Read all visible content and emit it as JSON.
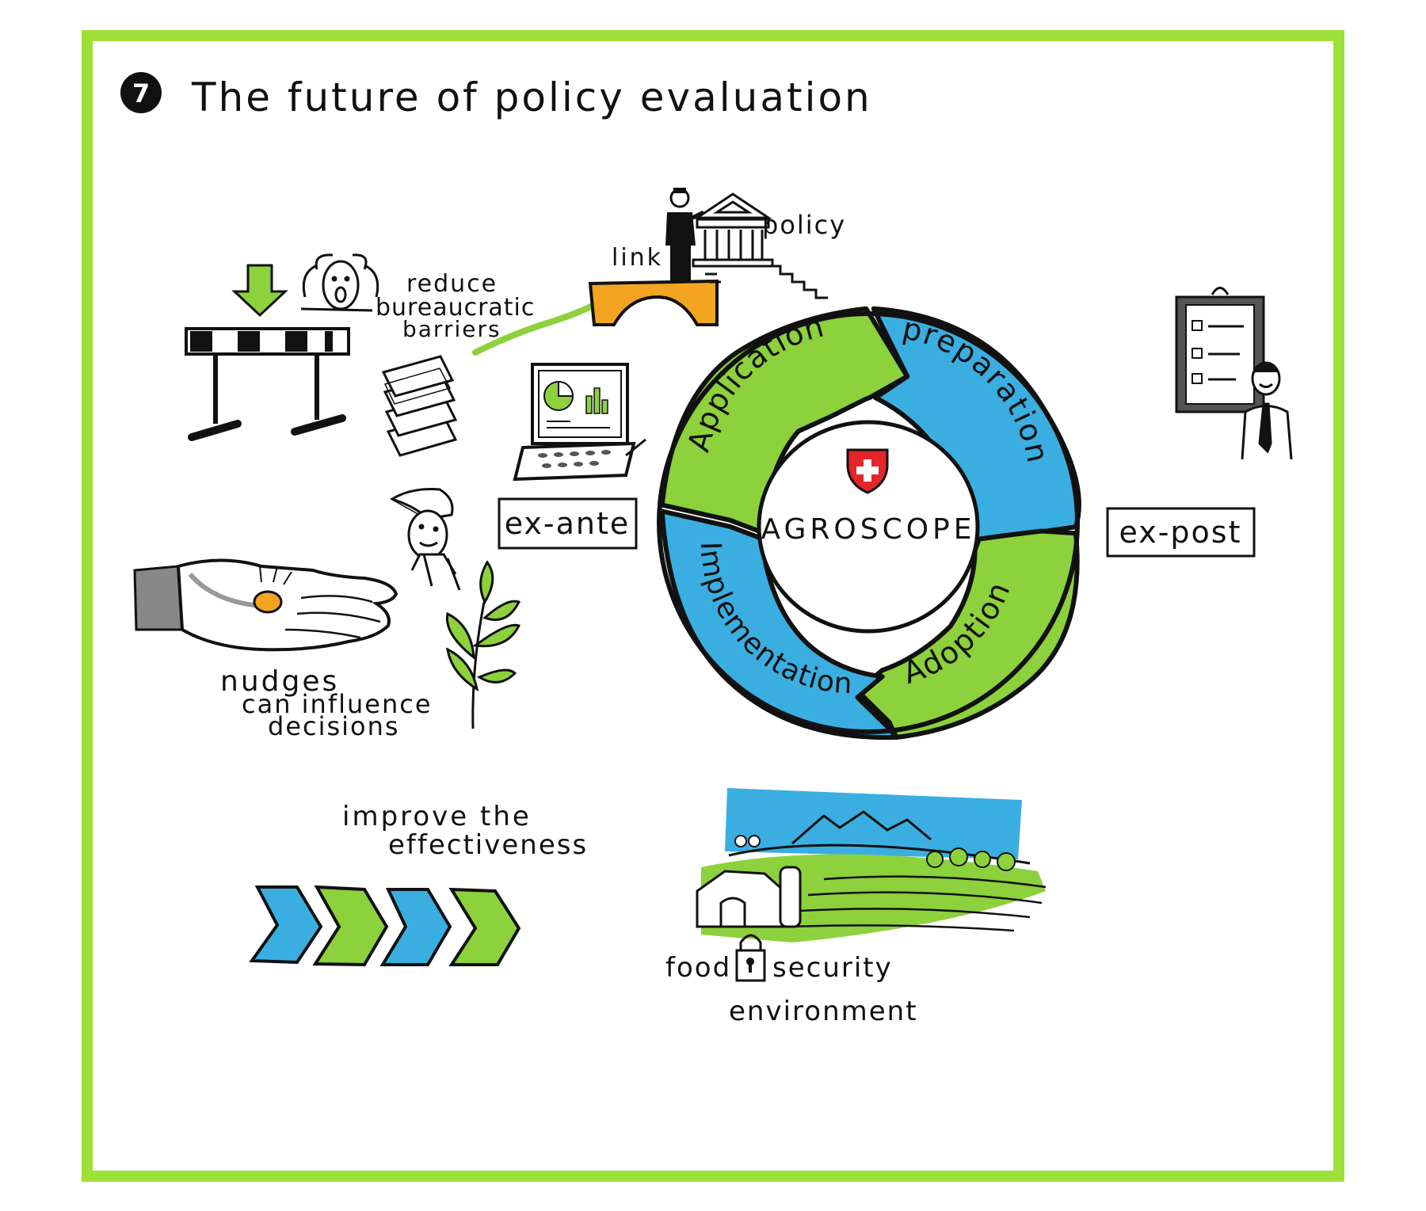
{
  "header": {
    "number": "7",
    "title": "The future of policy evaluation"
  },
  "labels": {
    "policy": "policy",
    "link": "link",
    "reduce_line1": "reduce",
    "reduce_line2": "bureaucratic",
    "reduce_line3": "barriers",
    "ex_ante": "ex-ante",
    "ex_post": "ex-post",
    "nudges_line1": "nudges",
    "nudges_line2": "can influence",
    "nudges_line3": "decisions",
    "improve_line1": "improve the",
    "improve_line2": "effectiveness",
    "food": "food",
    "security": "security",
    "environment": "environment"
  },
  "cycle": {
    "center": "AGROSCOPE",
    "segments": {
      "application": "Application",
      "preparation": "preparation",
      "adoption": "Adoption",
      "implementation": "Implementation"
    }
  },
  "colors": {
    "frame": "#9ee03a",
    "green": "#8dd13c",
    "blue": "#3aaee0",
    "orange": "#f3a521",
    "ink": "#111111",
    "swiss_red": "#e3262a"
  }
}
